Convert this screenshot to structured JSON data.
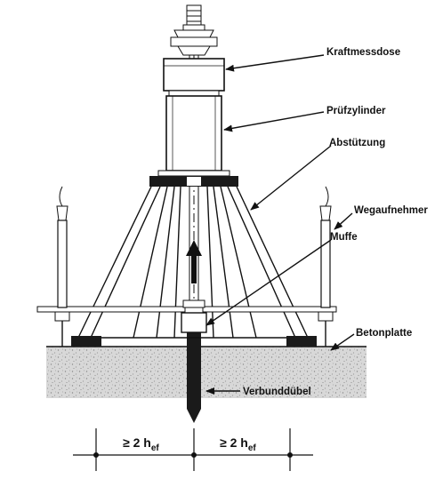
{
  "labels": {
    "kraftmessdose": "Kraftmessdose",
    "pruefzylinder": "Prüfzylinder",
    "abstuetzung": "Abstützung",
    "wegaufnehmer": "Wegaufnehmer",
    "muffe": "Muffe",
    "betonplatte": "Betonplatte",
    "verbundduebel": "Verbunddübel"
  },
  "dimensions": {
    "left": {
      "prefix": "≥ 2 h",
      "sub": "ef"
    },
    "right": {
      "prefix": "≥ 2 h",
      "sub": "ef"
    }
  },
  "colors": {
    "ink": "#111111",
    "paper": "#ffffff",
    "concrete": "#d4d4d4"
  }
}
